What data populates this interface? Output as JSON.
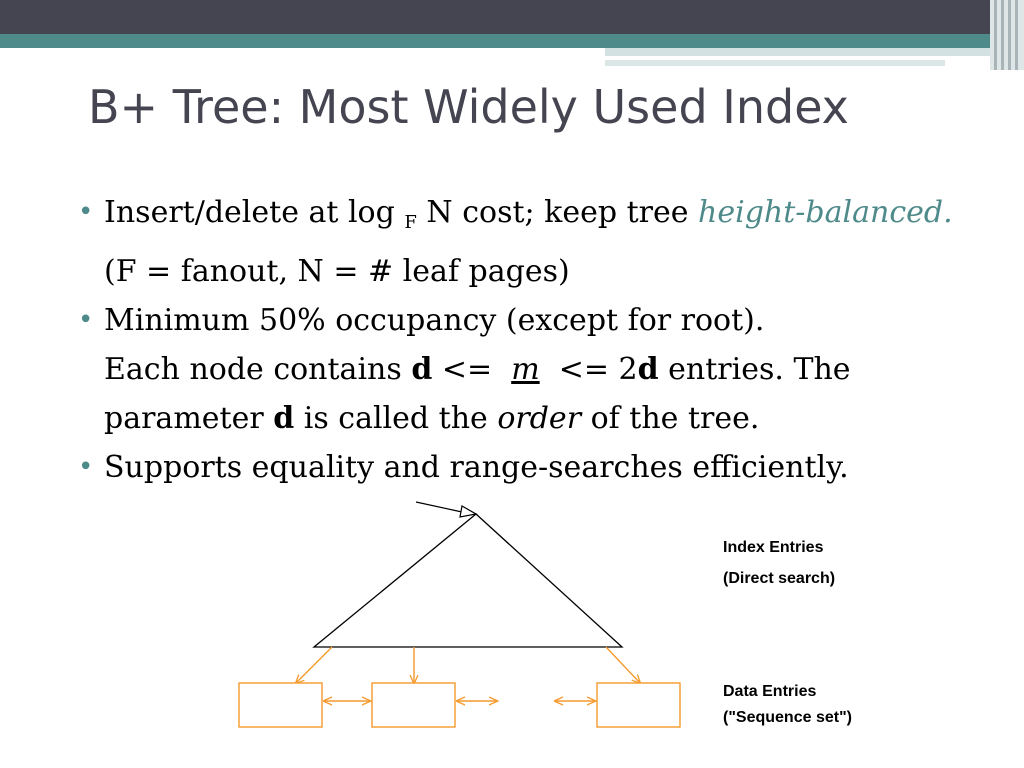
{
  "slide": {
    "title": "B+ Tree: Most Widely Used Index",
    "bullets": {
      "b1": {
        "part1": "Insert/delete at log",
        "sub": "F",
        "part2": "N cost; keep tree",
        "accent": "height-balanced.",
        "part3": "(F = fanout, N = # leaf pages)"
      },
      "b2": {
        "part1": "Minimum 50% occupancy (except for root).",
        "part2": "Each node contains",
        "d1": "d",
        "part3": "<=",
        "m": "m",
        "part4": "<= 2",
        "d2": "d",
        "part5": "entries.  The parameter",
        "d3": "d",
        "part6": "is called the",
        "order": "order",
        "part7": "of the tree."
      },
      "b3": {
        "text": "Supports equality and range-searches efficiently."
      }
    },
    "diagram": {
      "index_label_1": "Index Entries",
      "index_label_2": "(Direct search)",
      "data_label_1": "Data Entries",
      "data_label_2": "(\"Sequence set\")"
    }
  },
  "colors": {
    "title": "#454551",
    "accent": "#4f8a8b",
    "arrow": "#f59a2e",
    "topbar": "#454551"
  }
}
